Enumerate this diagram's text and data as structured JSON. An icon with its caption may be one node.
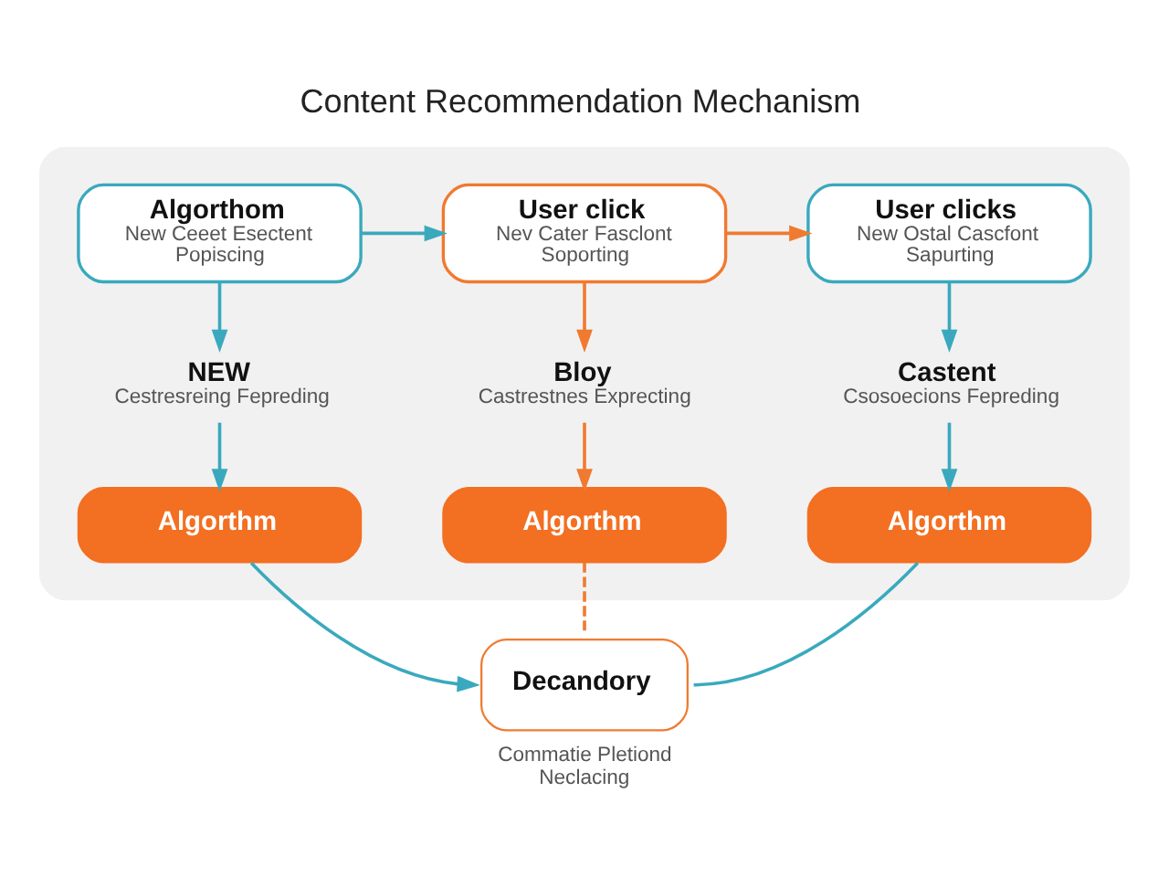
{
  "diagram": {
    "title": "Content Recommendation Mechanism",
    "nodes": [
      {
        "text": [],
        "shape": "box"
      },
      {
        "text": [
          "Algorthom",
          "New Ceeet Esectent Popiscing"
        ],
        "in": 0
      },
      {
        "text": [
          "User click",
          "Nev Cater Fasclont Soporting"
        ],
        "in": 0
      },
      {
        "text": [
          "User clicks",
          "New Ostal Cascfont Sapurting"
        ],
        "in": 0
      },
      {
        "text": [
          "NEW",
          "Cestresreing Fepreding"
        ],
        "in": 0
      },
      {
        "text": [
          "Bloy",
          "Castrestnes Exprecting"
        ],
        "in": 0
      },
      {
        "text": [
          "Castent",
          "Csosoecions Fepreding"
        ],
        "in": 0
      },
      {
        "text": [
          "Algorthm"
        ],
        "in": 0
      },
      {
        "text": [
          "Algorthm"
        ],
        "in": 0
      },
      {
        "text": [
          "Algorthm"
        ],
        "in": 0
      },
      {
        "text": [
          "Decandory"
        ],
        "beside": [
          "Commatie Pletiond Neclacing"
        ]
      }
    ],
    "edges": [
      {
        "from": 1,
        "to": 2,
        "arrow": "to"
      },
      {
        "from": 2,
        "to": 3,
        "arrow": "to",
        "color": "#f07a30"
      },
      {
        "from": 1,
        "to": 4,
        "arrow": "to"
      },
      {
        "from": 2,
        "to": 5,
        "arrow": "to",
        "color": "#f07a30"
      },
      {
        "from": 3,
        "to": 6,
        "arrow": "to"
      },
      {
        "from": 4,
        "to": 7,
        "arrow": "to"
      },
      {
        "from": 5,
        "to": 8,
        "arrow": "to",
        "color": "#f07a30"
      },
      {
        "from": 6,
        "to": 9,
        "arrow": "to"
      },
      {
        "from": 7,
        "to": 10,
        "arrow": "to"
      },
      {
        "from": 8,
        "to": 10,
        "arrow": "none",
        "style": "dashed",
        "color": "#f07a30"
      },
      {
        "from": 9,
        "to": 10,
        "arrow": "none"
      }
    ]
  }
}
